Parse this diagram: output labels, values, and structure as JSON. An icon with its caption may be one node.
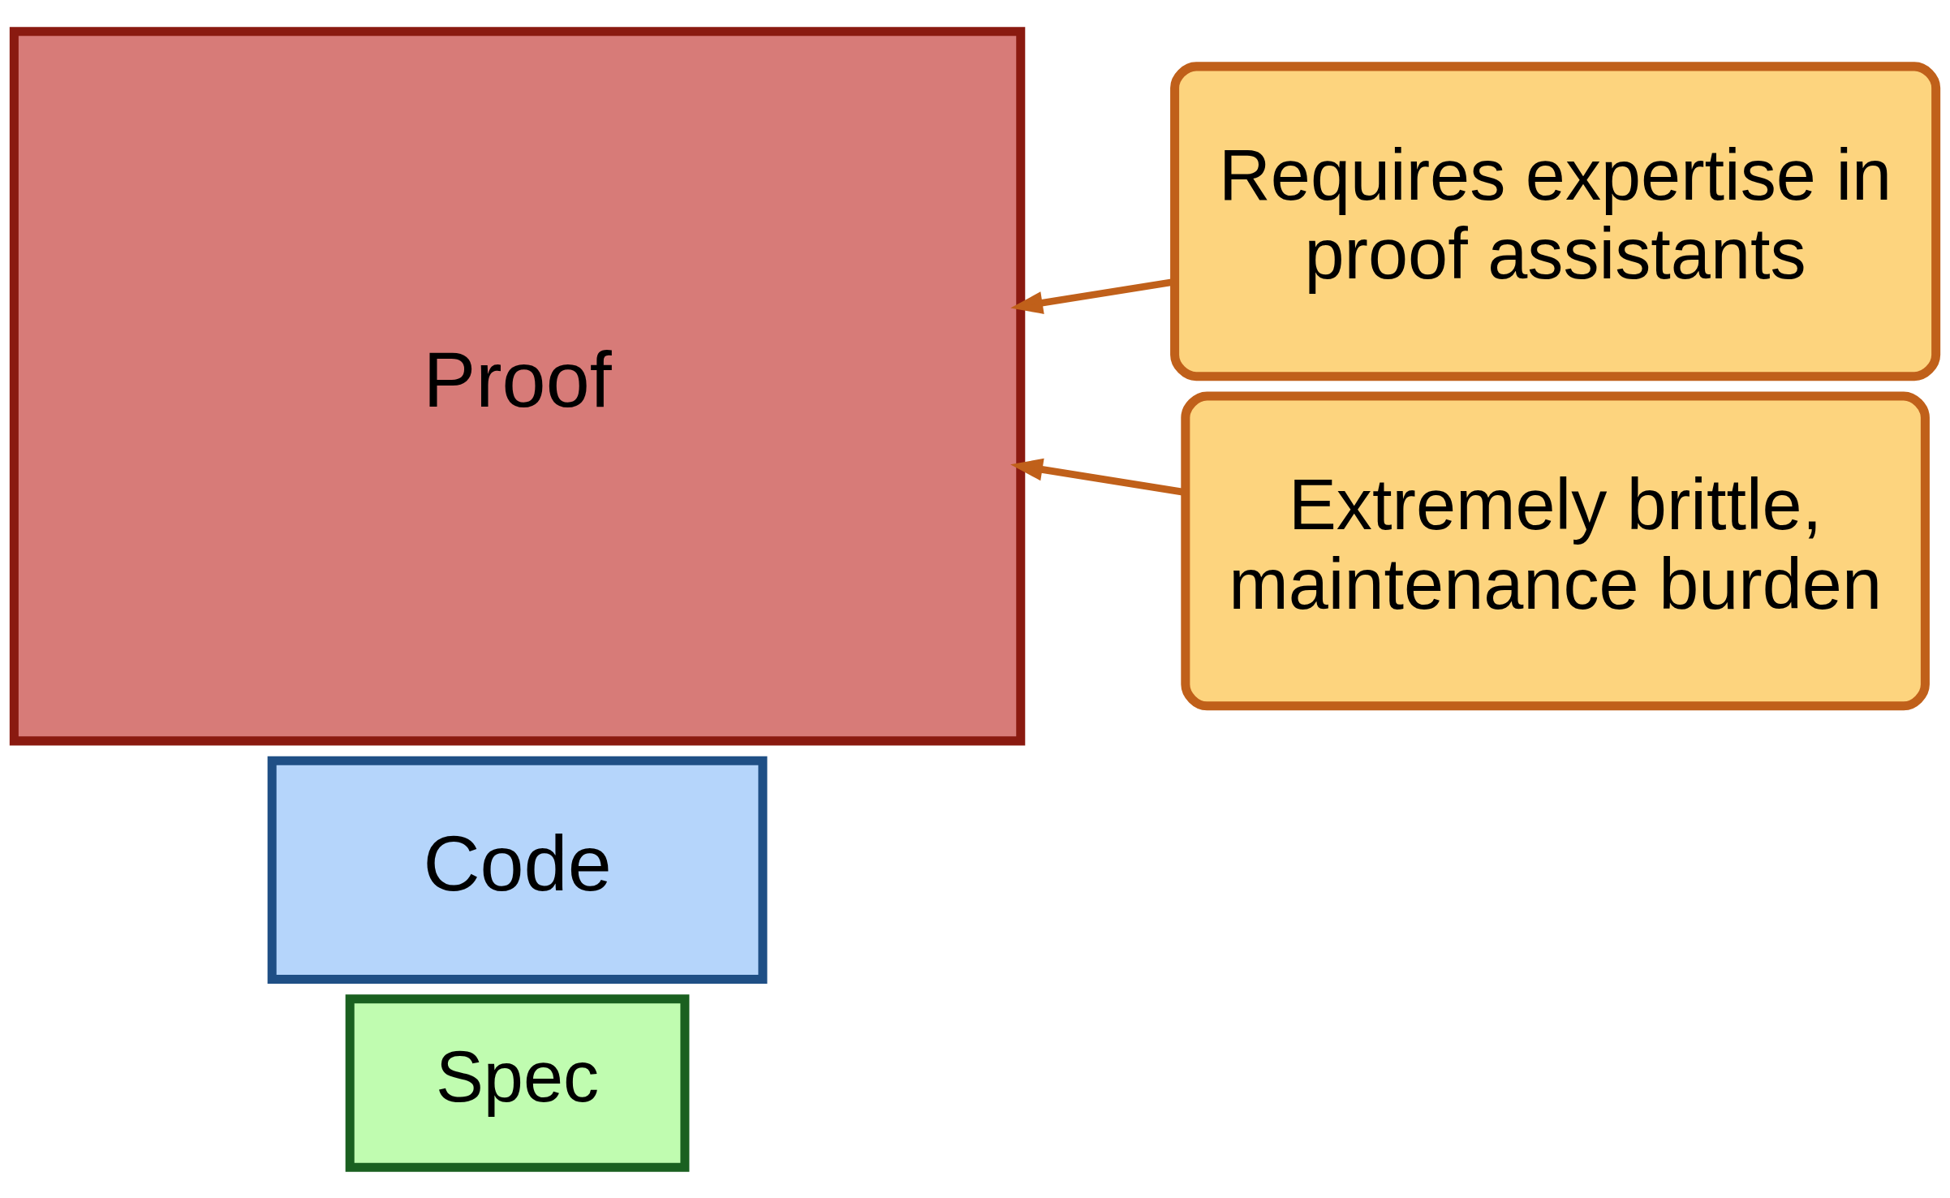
{
  "diagram": {
    "nodes": [
      {
        "text": [
          "Spec"
        ]
      },
      {
        "text": [
          "Code"
        ]
      },
      {
        "text": [
          "Proof"
        ]
      },
      {
        "text": [
          "Requires expertise in proof assistants"
        ]
      },
      {
        "text": [
          "Extremely brittle, maintenance burden"
        ]
      }
    ],
    "edges": [
      {
        "from": 3,
        "to": 2,
        "arrow": "to"
      },
      {
        "from": 4,
        "to": 2,
        "arrow": "to"
      }
    ]
  }
}
